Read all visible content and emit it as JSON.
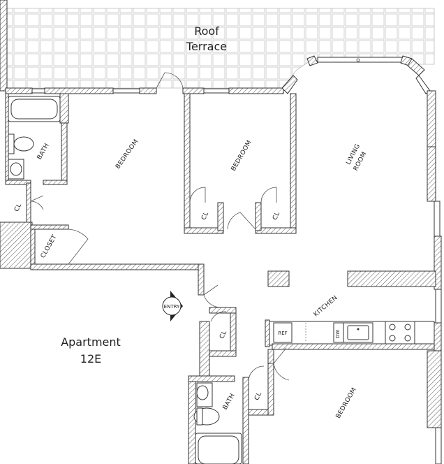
{
  "labels": {
    "roof_terrace_line1": "Roof",
    "roof_terrace_line2": "Terrace",
    "bath_top": "BATH",
    "bedroom_left": "BEDROOM",
    "bedroom_middle": "BEDROOM",
    "living_room_line1": "LIVING",
    "living_room_line2": "ROOM",
    "closet_1": "CL",
    "closet_2": "CL",
    "closet_3": "CL",
    "closet_4": "CL",
    "closet_5": "CL",
    "closet_large": "CLOSET",
    "entry": "ENTRY",
    "kitchen": "KITCHEN",
    "refrigerator": "REF",
    "dishwasher": "DW",
    "bath_bottom": "BATH",
    "bedroom_bottom": "BEDROOM",
    "apartment_line1": "Apartment",
    "apartment_line2": "12E"
  }
}
